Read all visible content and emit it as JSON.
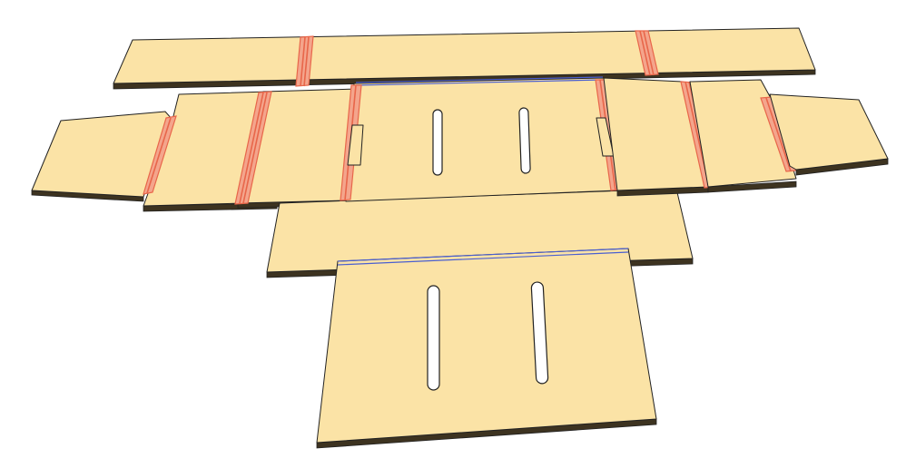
{
  "colors": {
    "background": "#ffffff",
    "board_face": "#fbe3a6",
    "board_edge": "#3d3320",
    "board_edge_light": "#7a6a45",
    "outline": "#222222",
    "crease_red": "#e8664a",
    "crease_pink": "#f4a58c",
    "blue_line": "#4a5fd0",
    "slot_fill": "#ffffff",
    "slot_shade": "#d8cfa8"
  },
  "diagram": {
    "kind": "unfolded-box-net",
    "panels": [
      "top-strip",
      "left-wing",
      "left-panel",
      "left-inner-panel",
      "center-panel",
      "right-inner-panel",
      "right-panel",
      "right-wing",
      "lower-strip",
      "front-panel"
    ],
    "slot_count_center": 2,
    "slot_count_front": 2
  }
}
